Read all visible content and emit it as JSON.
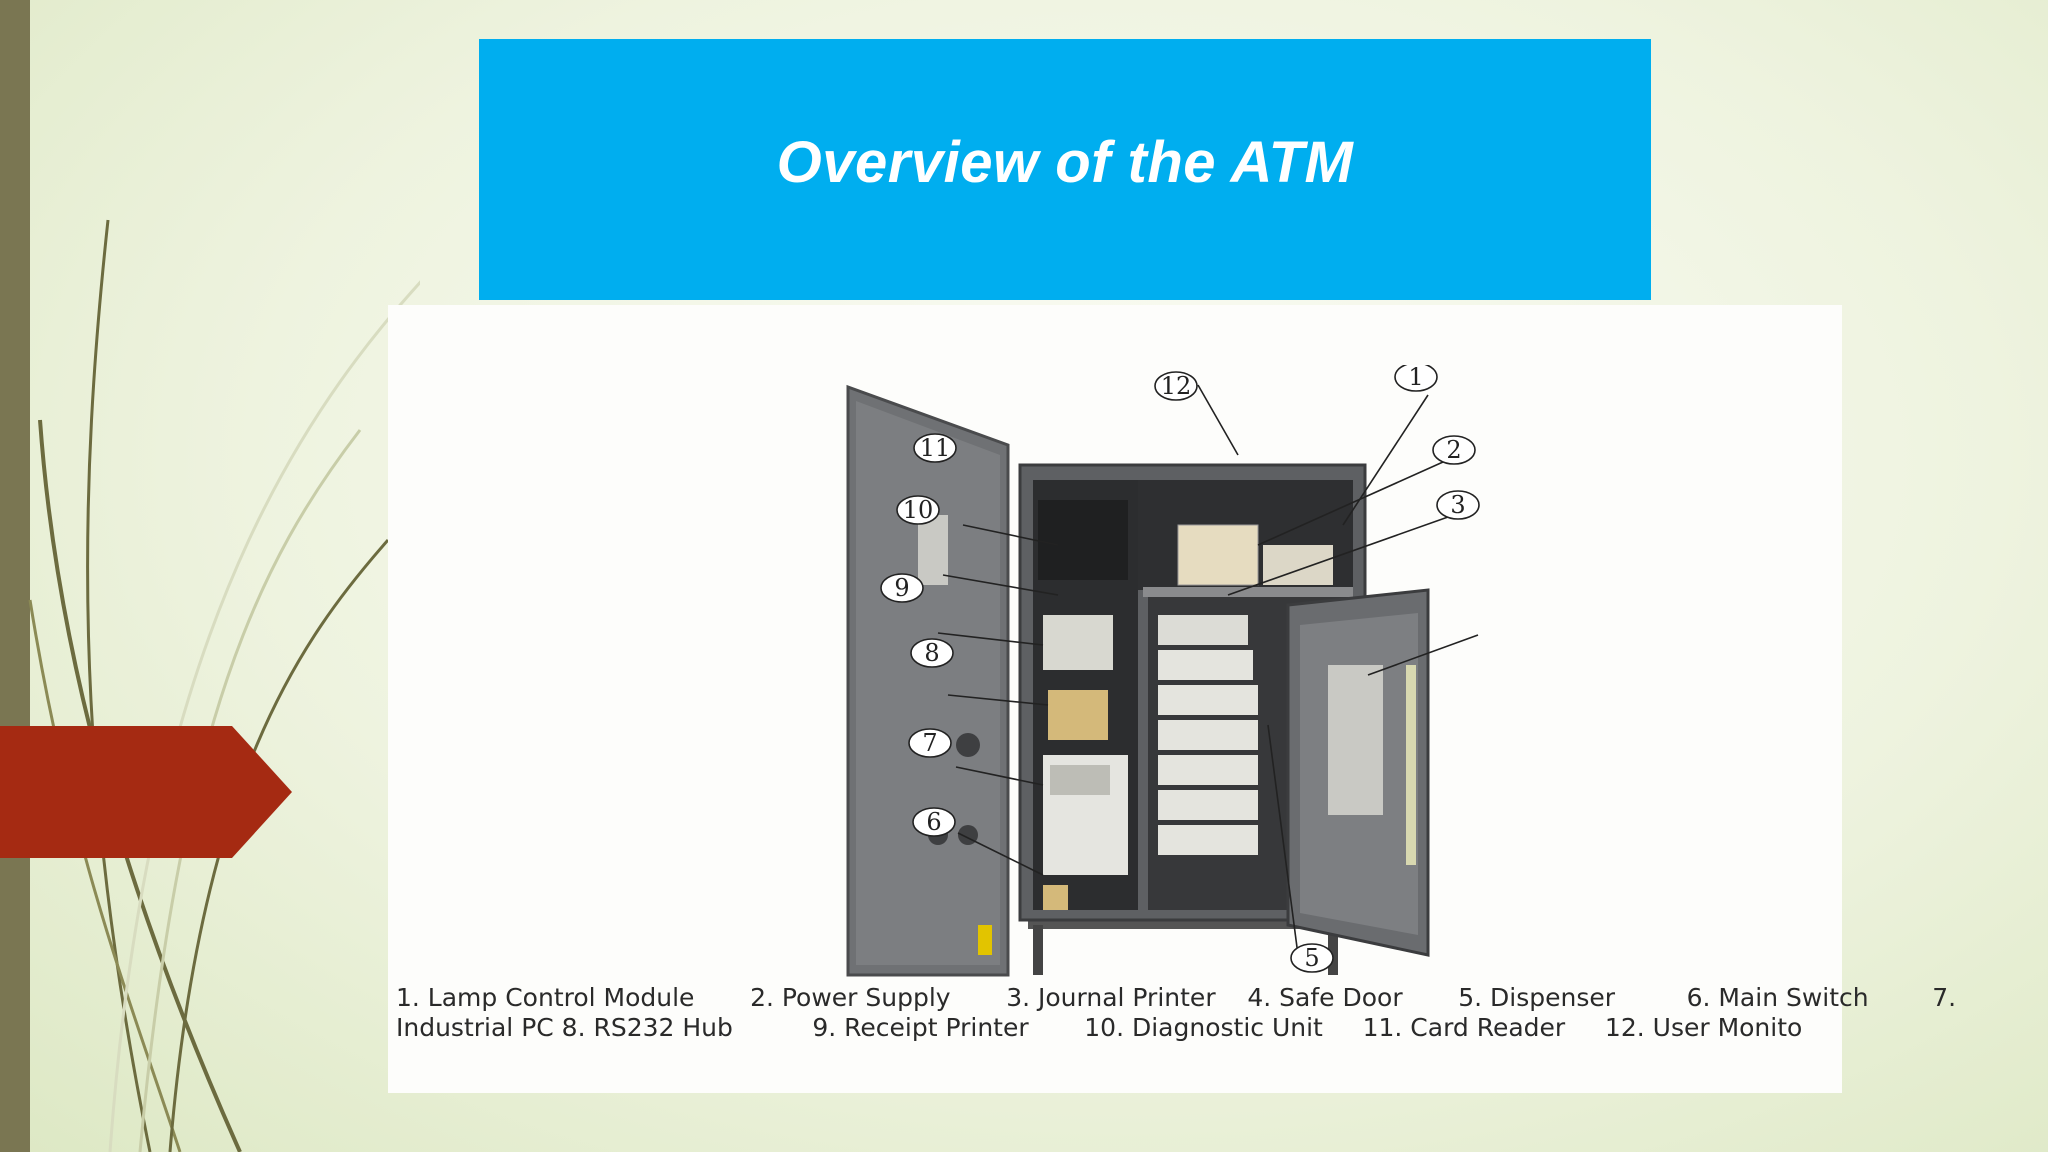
{
  "slide": {
    "title": "Overview of the ATM",
    "accent_color": "#00aeef",
    "tab_color": "#a52a12",
    "sidebar_color": "#7a7652"
  },
  "diagram": {
    "callouts": [
      "1",
      "2",
      "3",
      "5",
      "6",
      "7",
      "8",
      "9",
      "10",
      "11",
      "12"
    ]
  },
  "caption": {
    "line1": "1. Lamp Control Module       2. Power Supply       3. Journal Printer    4. Safe Door       5. Dispenser         6. Main Switch        7.",
    "line2": "Industrial PC 8. RS232 Hub          9. Receipt Printer       10. Diagnostic Unit     11. Card Reader     12. User Monito"
  }
}
